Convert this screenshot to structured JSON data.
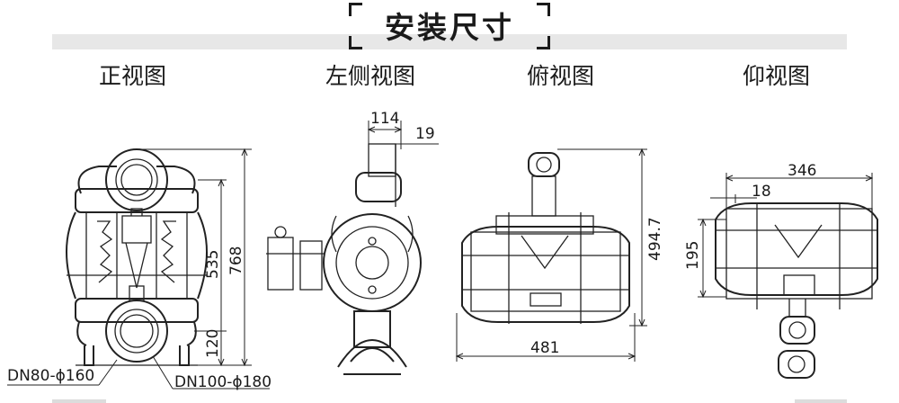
{
  "title": "安装尺寸",
  "views": {
    "front": "正视图",
    "side": "左侧视图",
    "top": "俯视图",
    "bottom": "仰视图"
  },
  "dimensions": {
    "front_height_total": "768",
    "front_height_mid": "535",
    "front_height_base": "120",
    "front_outlet": "DN80-ϕ160",
    "front_inlet": "DN100-ϕ180",
    "side_width": "114",
    "side_offset": "19",
    "top_height": "494.7",
    "top_width": "481",
    "bottom_width": "346",
    "bottom_offset": "18",
    "bottom_height": "195"
  }
}
